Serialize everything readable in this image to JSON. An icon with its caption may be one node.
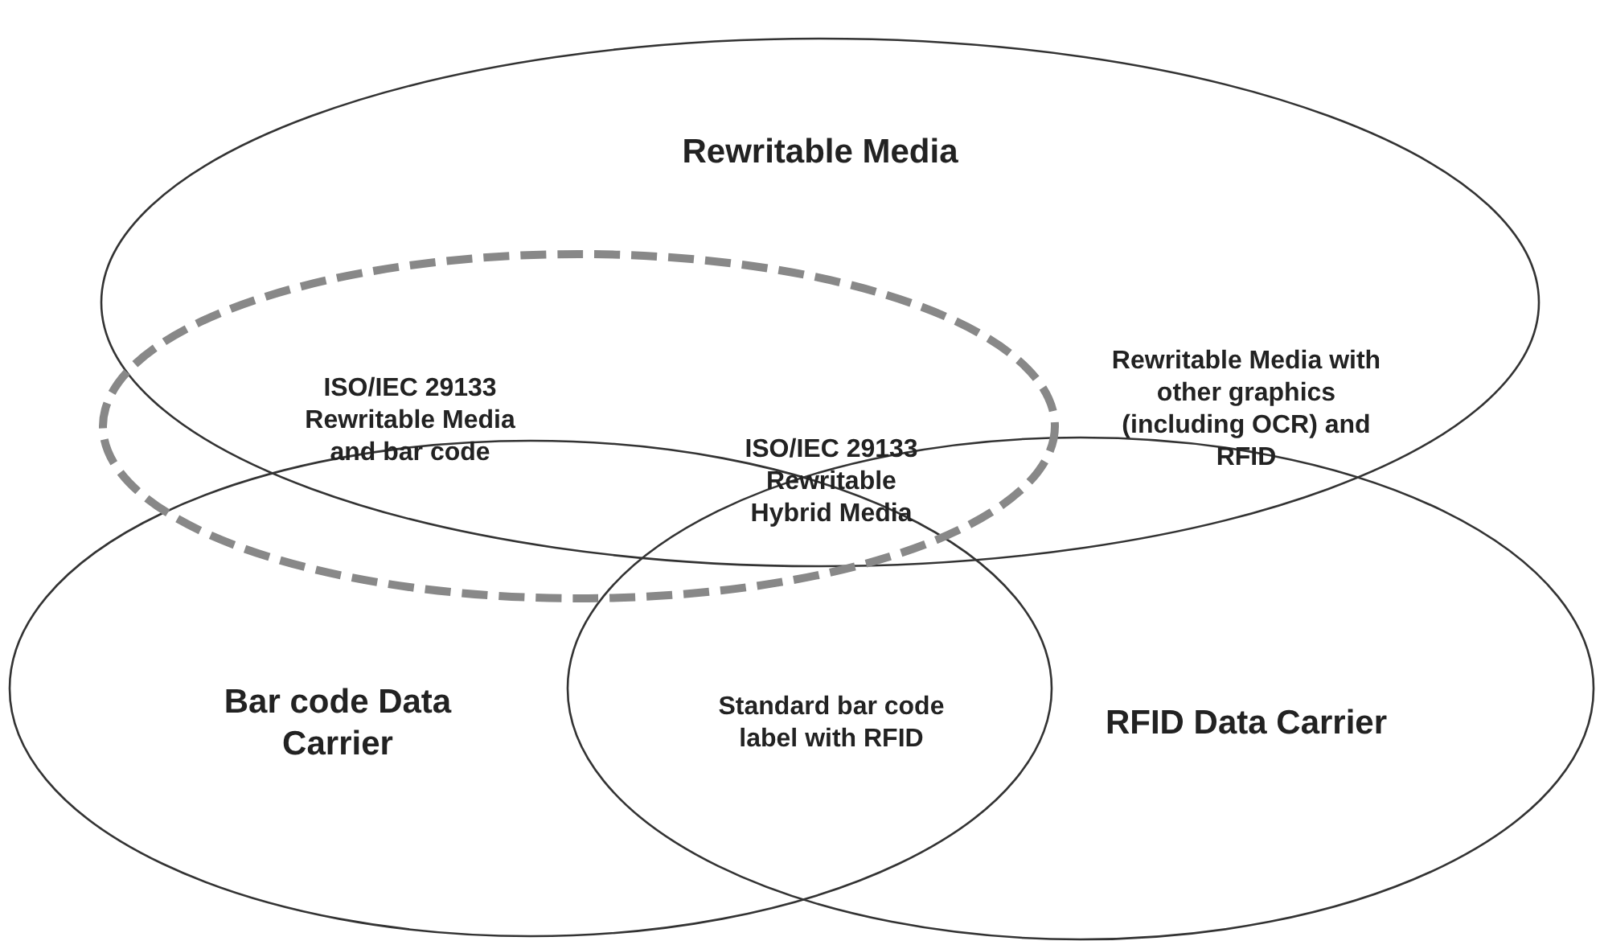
{
  "diagram": {
    "nodes": [
      {
        "text": [
          "Rewritable Media"
        ]
      },
      {
        "text": [
          "Bar code Data Carrier"
        ]
      },
      {
        "text": [
          "RFID Data Carrier"
        ]
      },
      {
        "text": [],
        "shape": "ellipse"
      }
    ],
    "labels": [
      "ISO/IEC 29133 Rewritable Media and bar code",
      "Rewritable Media with other graphics (including OCR) and RFID",
      "ISO/IEC 29133 Rewritable Hybrid Media",
      "Standard bar code label with RFID"
    ]
  }
}
